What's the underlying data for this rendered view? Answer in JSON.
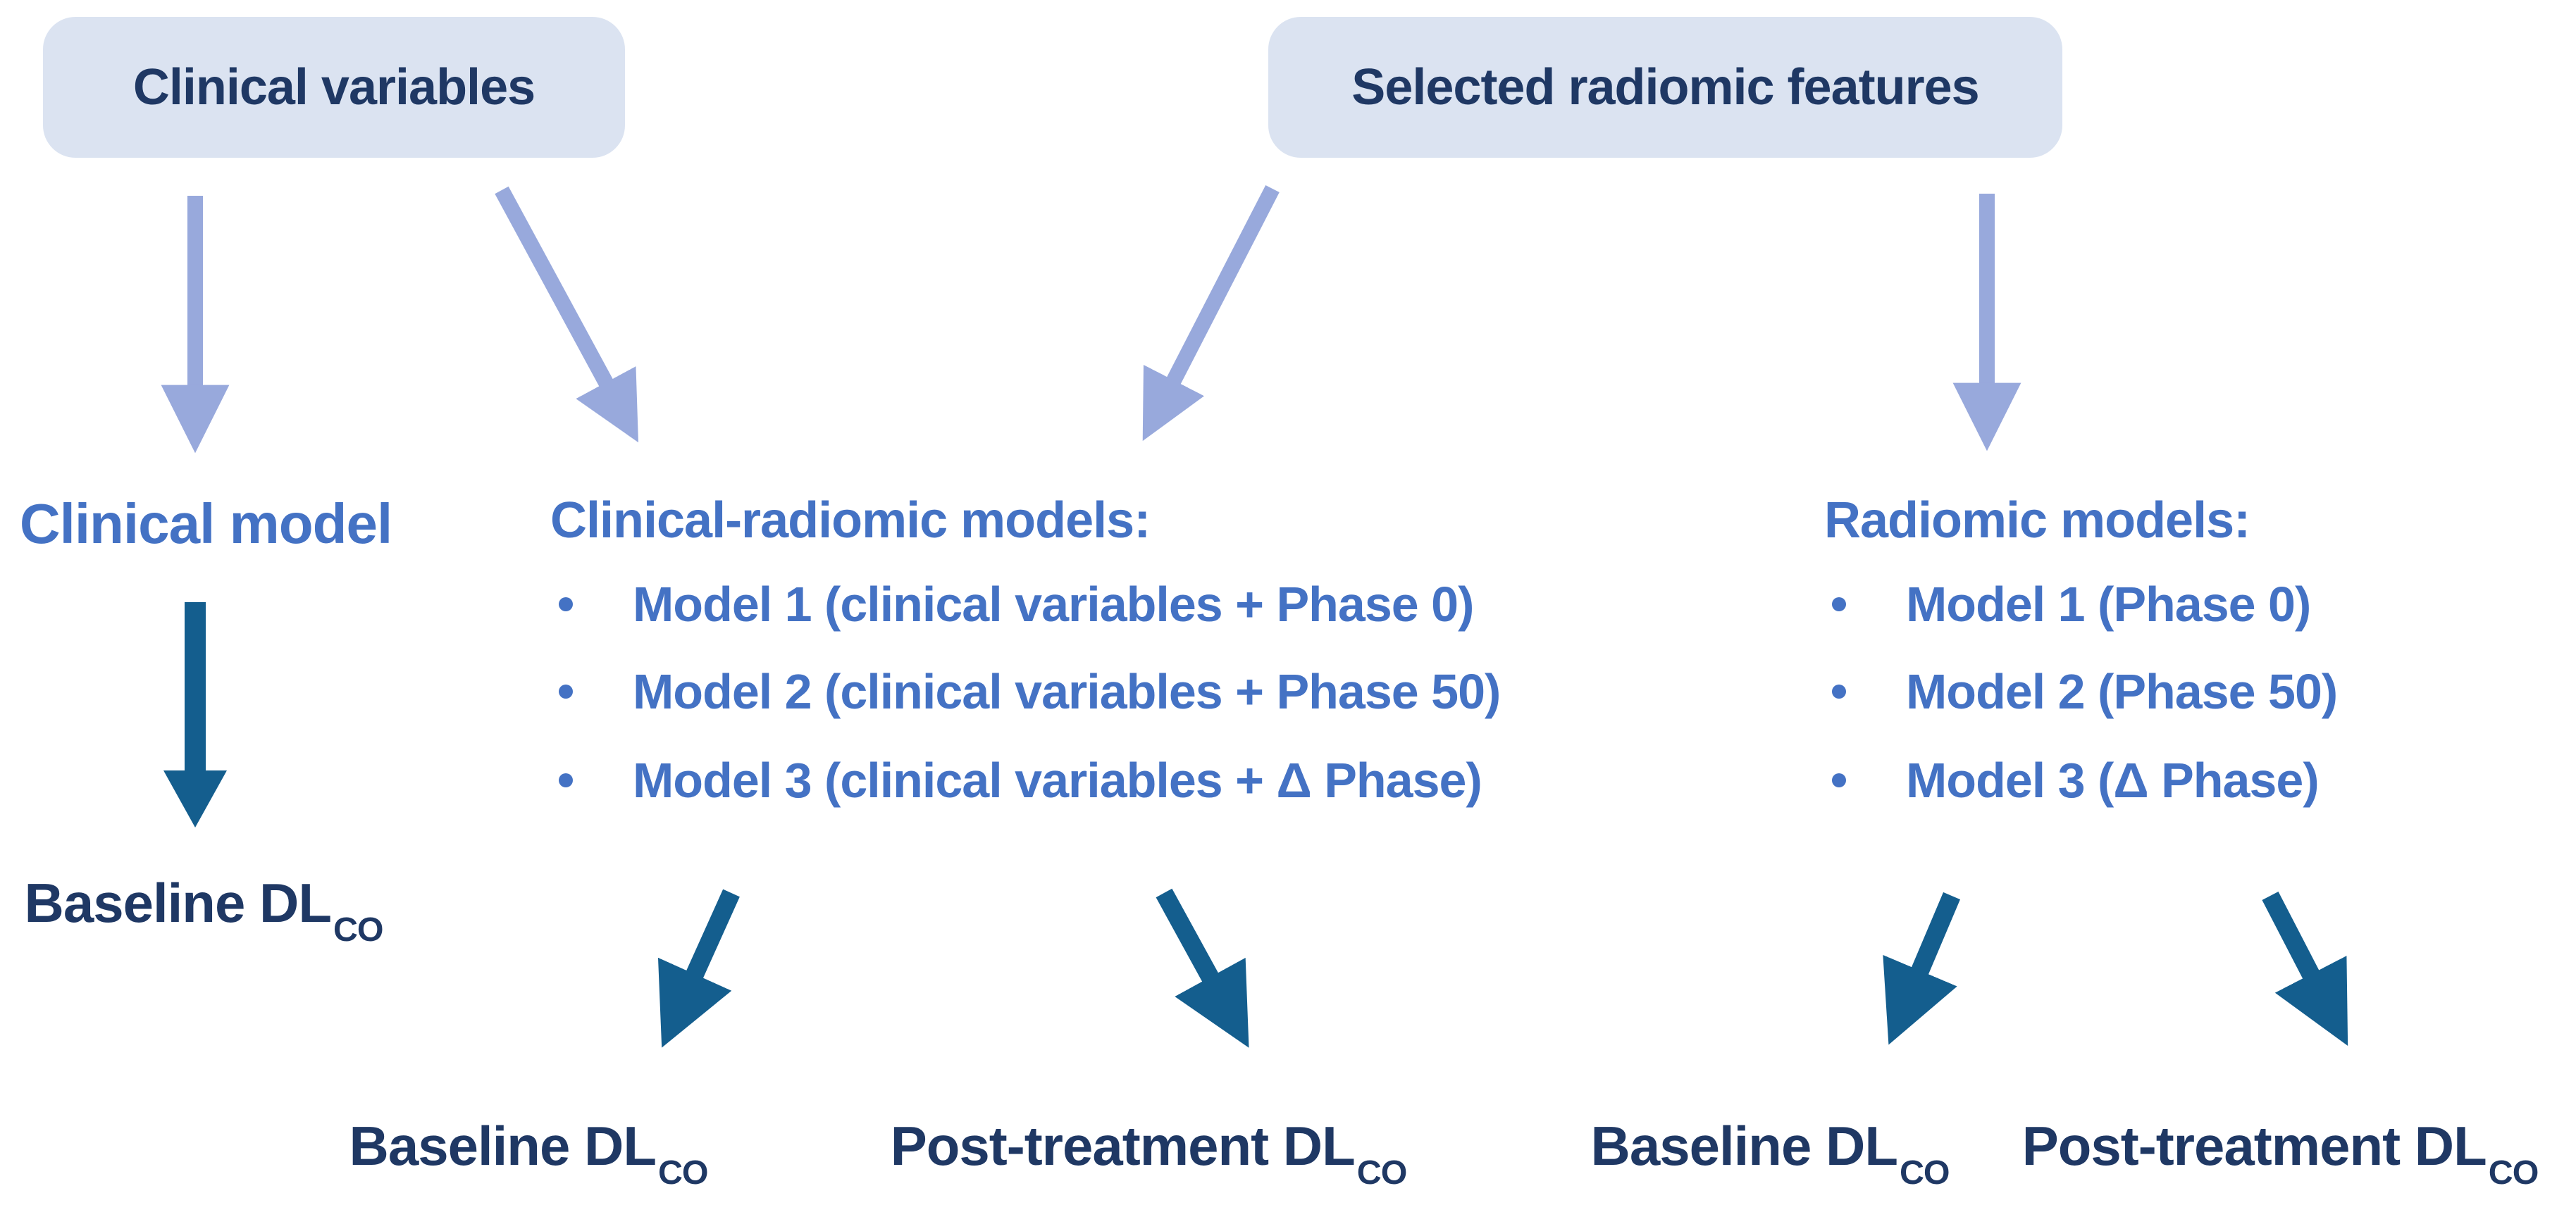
{
  "colors": {
    "background": "#ffffff",
    "box_fill": "#dbe3f1",
    "navy_text": "#1f3864",
    "blue_text": "#4472c4",
    "light_arrow": "#98a9dc",
    "dark_arrow": "#145e8e"
  },
  "top_boxes": {
    "clinical_variables": "Clinical variables",
    "selected_radiomic_features": "Selected radiomic features"
  },
  "clinical_branch": {
    "model_label": "Clinical model",
    "output": {
      "text": "Baseline DL",
      "subscript": "CO"
    }
  },
  "clinical_radiomic_branch": {
    "heading": "Clinical-radiomic models:",
    "items": [
      "Model 1 (clinical variables + Phase 0)",
      "Model 2 (clinical variables + Phase 50)",
      "Model 3 (clinical variables + Δ Phase)"
    ],
    "outputs": {
      "baseline": {
        "text": "Baseline DL",
        "subscript": "CO"
      },
      "post_treatment": {
        "text": "Post-treatment DL",
        "subscript": "CO"
      }
    }
  },
  "radiomic_branch": {
    "heading": "Radiomic models:",
    "items": [
      "Model 1 (Phase 0)",
      "Model 2 (Phase 50)",
      "Model 3 (Δ Phase)"
    ],
    "outputs": {
      "baseline": {
        "text": "Baseline DL",
        "subscript": "CO"
      },
      "post_treatment": {
        "text": "Post-treatment DL",
        "subscript": "CO"
      }
    }
  },
  "icons": {
    "arrow_light": "down-arrow-light",
    "arrow_dark": "down-arrow-dark",
    "bullet": "bullet-dot"
  }
}
